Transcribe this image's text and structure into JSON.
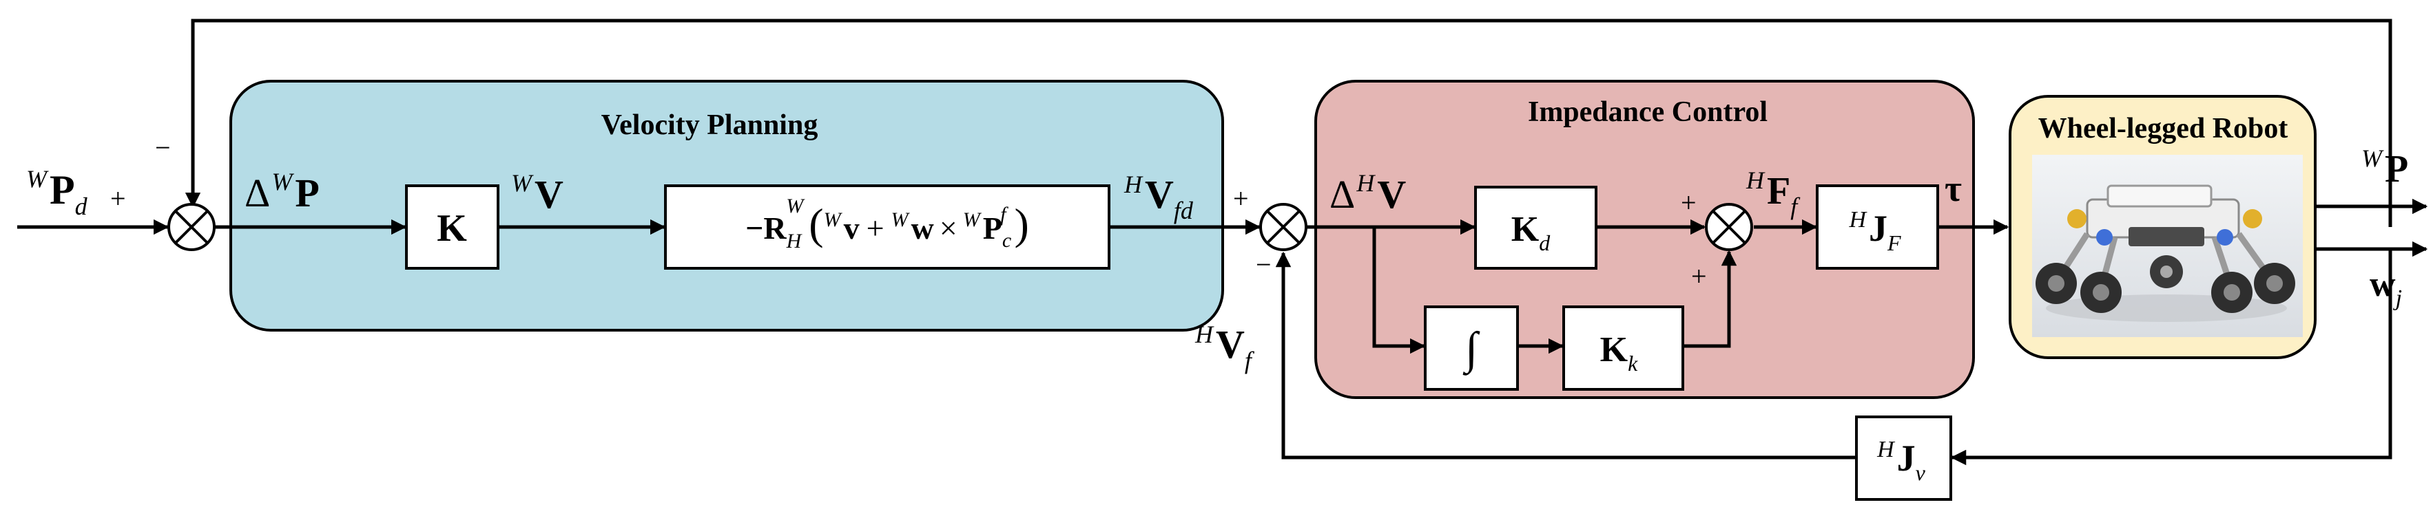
{
  "groups": {
    "velocity_planning": {
      "title": "Velocity Planning",
      "fill": "#b5dce6"
    },
    "impedance_control": {
      "title": "Impedance Control",
      "fill": "#e4b6b4"
    },
    "robot": {
      "title": "Wheel-legged Robot",
      "fill": "#fdf0c6"
    }
  },
  "blocks": {
    "K": "K",
    "Kd": {
      "main": "K",
      "sub": "d"
    },
    "Kk": {
      "main": "K",
      "sub": "k"
    },
    "integral": "∫",
    "JF": {
      "pre": "H",
      "main": "J",
      "sub": "F"
    },
    "Jv": {
      "pre": "H",
      "main": "J",
      "sub": "v"
    },
    "transform": {
      "neg_R": "−R",
      "R_sub": "H",
      "R_sup": "W",
      "open": "(",
      "v_pre": "W",
      "v": "v",
      "plus": "+",
      "w_pre": "W",
      "w": "w",
      "times": "×",
      "P_pre": "W",
      "P": "P",
      "P_sub": "c",
      "P_sup": "f",
      "close": ")"
    }
  },
  "signals": {
    "wPd": {
      "pre": "W",
      "main": "P",
      "sub": "d"
    },
    "deltaWP": {
      "delta": "Δ",
      "pre": "W",
      "main": "P"
    },
    "WV": {
      "pre": "W",
      "main": "V"
    },
    "HVfd": {
      "pre": "H",
      "main": "V",
      "sub": "fd"
    },
    "deltaHV": {
      "delta": "Δ",
      "pre": "H",
      "main": "V"
    },
    "HFf": {
      "pre": "H",
      "main": "F",
      "sub": "f"
    },
    "tau": "τ",
    "WP_out": {
      "pre": "W",
      "main": "P"
    },
    "wj": {
      "main": "w",
      "sub": "j"
    },
    "HVf": {
      "pre": "H",
      "main": "V",
      "sub": "f"
    }
  },
  "signs": {
    "sum1_in": "+",
    "sum1_fb": "−",
    "sum2_in": "+",
    "sum2_fb": "−",
    "sum3_a": "+",
    "sum3_b": "+"
  },
  "colors": {
    "wire": "#000000"
  }
}
